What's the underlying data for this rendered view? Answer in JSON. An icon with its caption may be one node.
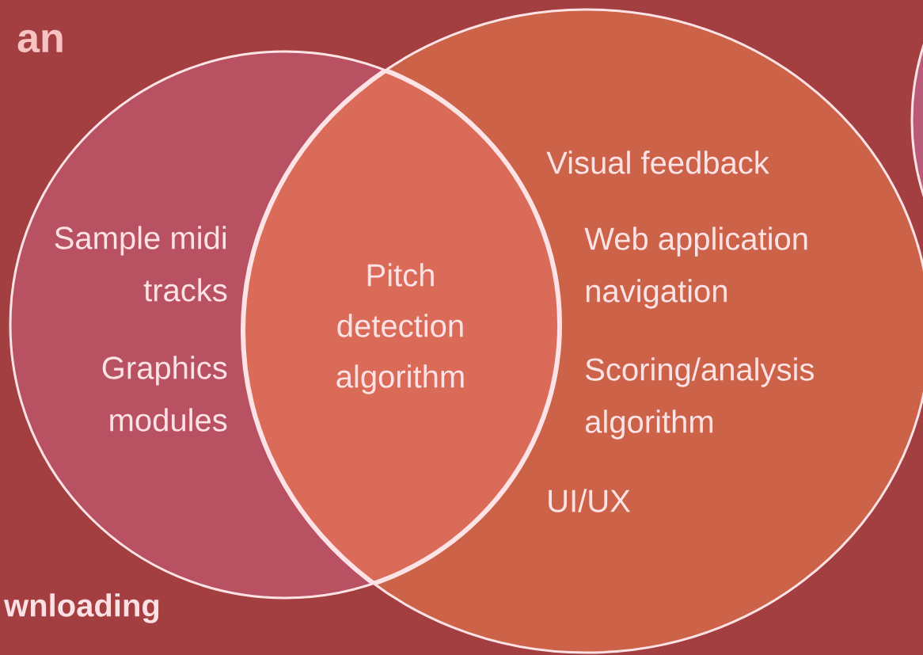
{
  "diagram": {
    "nodes": [
      {
        "text": [
          "Sample midi tracks",
          "Graphics modules"
        ]
      },
      {
        "text": [
          "Visual feedback",
          "Web application navigation",
          "Scoring/analysis algorithm",
          "UI/UX"
        ]
      },
      {
        "text": [],
        "shape": "circle"
      }
    ],
    "labels": [
      "an",
      "Pitch detection algorithm",
      "wnloading"
    ]
  }
}
